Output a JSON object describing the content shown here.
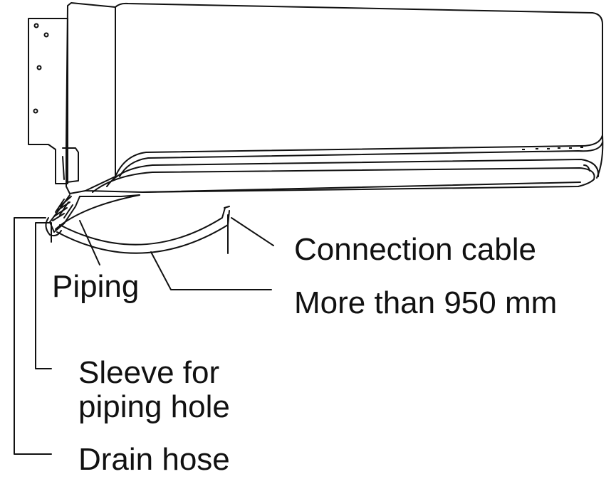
{
  "labels": {
    "connection_cable": "Connection cable",
    "min_length": "More than 950 mm",
    "piping": "Piping",
    "sleeve_line1": "Sleeve for",
    "sleeve_line2": "piping hole",
    "drain_hose": "Drain hose"
  },
  "colors": {
    "line": "#111111",
    "background": "#ffffff"
  }
}
